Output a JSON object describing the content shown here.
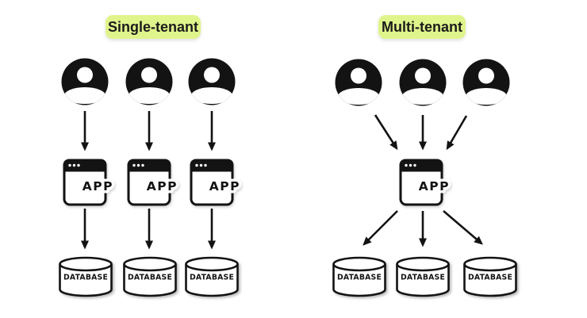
{
  "colors": {
    "background": "#ffffff",
    "highlight": "#e0f48c",
    "ink": "#131313"
  },
  "panels": {
    "single_tenant": {
      "title": "Single-tenant",
      "users": 3,
      "apps": 3,
      "databases": 3
    },
    "multi_tenant": {
      "title": "Multi-tenant",
      "users": 3,
      "apps": 1,
      "databases": 3
    }
  },
  "labels": {
    "app": "APP",
    "database": "DATABASE"
  },
  "icons": {
    "user": "user-avatar-icon",
    "app": "app-window-icon",
    "database": "database-cylinder-icon",
    "arrow": "down-arrow-icon"
  }
}
